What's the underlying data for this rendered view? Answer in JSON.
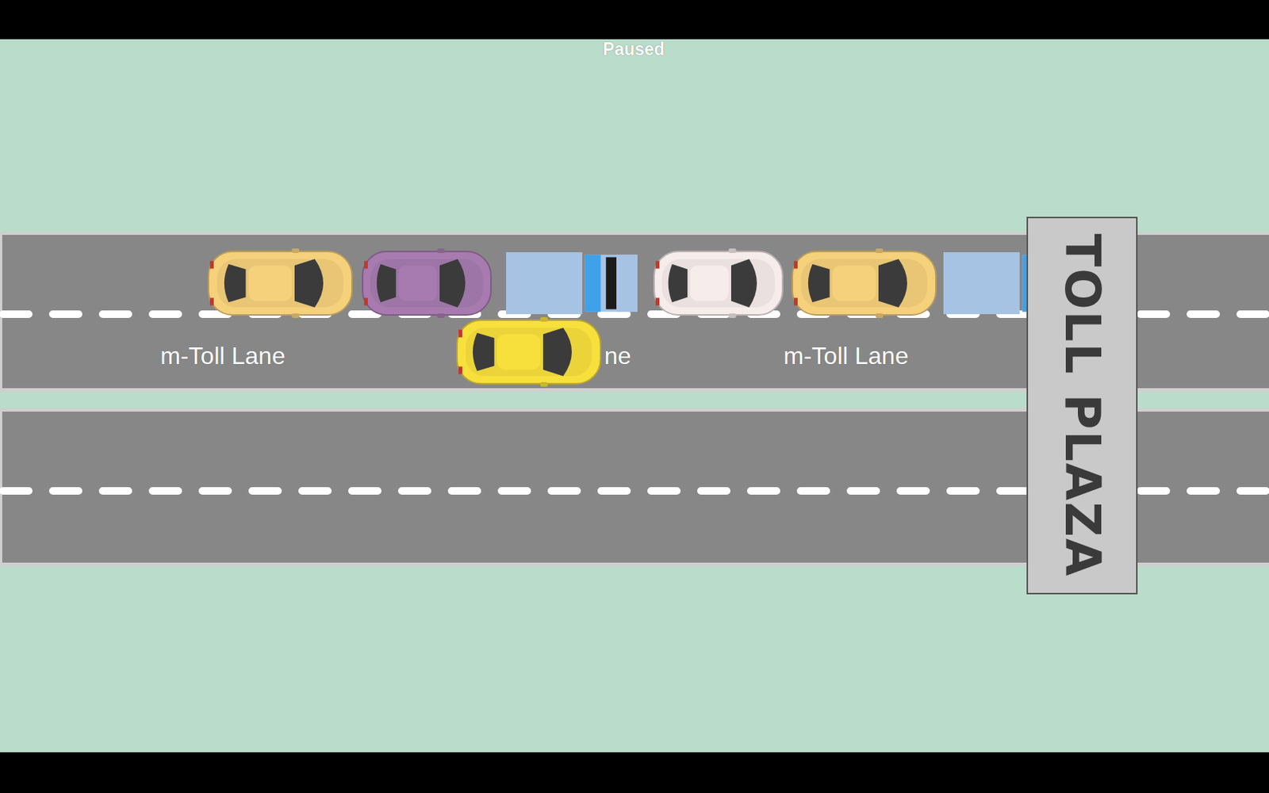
{
  "diagram": {
    "nodes": [
      {
        "text": [
          "TOLL PLAZA"
        ]
      }
    ],
    "labels": [
      "Paused",
      "m-Toll Lane",
      "ne",
      "m-Toll Lane"
    ]
  }
}
